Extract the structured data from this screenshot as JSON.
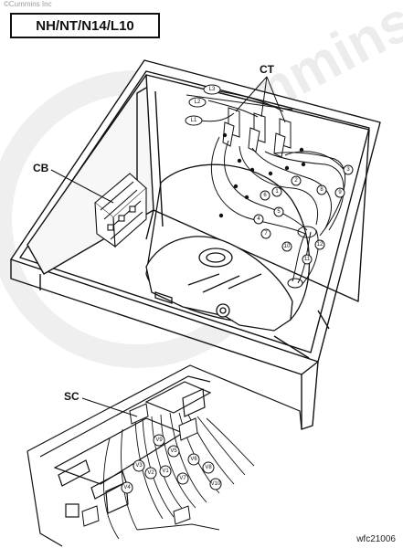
{
  "header": {
    "copyright": "©Cummins Inc",
    "title": "NH/NT/N14/L10"
  },
  "watermark": {
    "text": "Cummins",
    "color": "#e9e9e9"
  },
  "callouts": {
    "ct": "CT",
    "cb": "CB",
    "sc": "SC"
  },
  "lead_labels": {
    "l1": "L1",
    "l2": "L2",
    "l3": "L3"
  },
  "wire_numbers": [
    "1",
    "2",
    "3",
    "4",
    "5",
    "6",
    "7",
    "8",
    "9",
    "10",
    "11",
    "12"
  ],
  "lower_labels": [
    "V3",
    "V2",
    "V1",
    "V4",
    "V5",
    "V6",
    "V7",
    "V8",
    "V9",
    "V10"
  ],
  "figure_id": "wfc21006"
}
